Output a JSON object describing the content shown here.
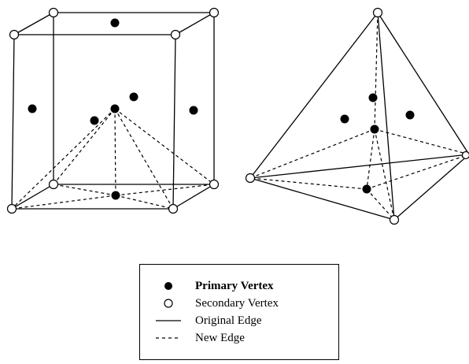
{
  "legend": {
    "items": [
      {
        "symbol": "filled-circle",
        "label": "Primary Vertex"
      },
      {
        "symbol": "open-circle",
        "label": "Secondary Vertex"
      },
      {
        "symbol": "solid-line",
        "label": "Original Edge"
      },
      {
        "symbol": "dashed-line",
        "label": "New Edge"
      }
    ]
  }
}
